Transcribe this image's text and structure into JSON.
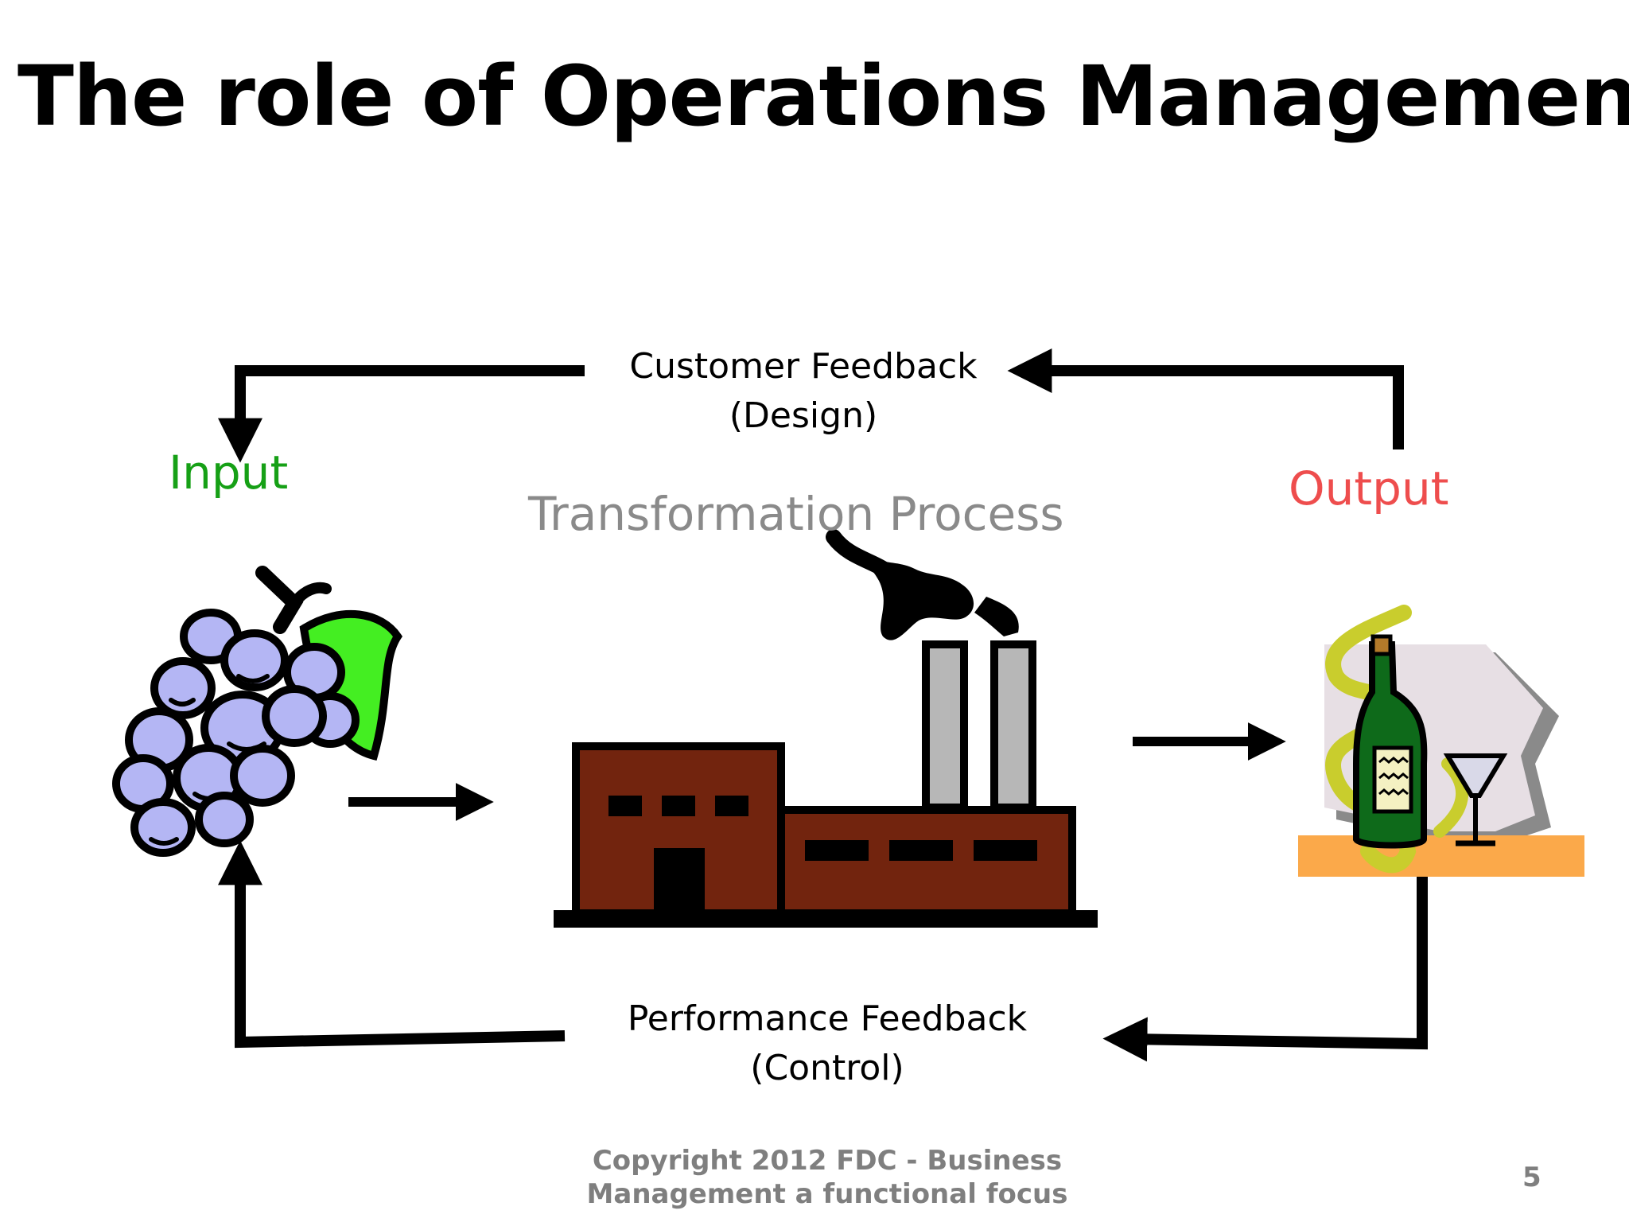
{
  "title": "The role of Operations Management",
  "customer_feedback": {
    "line1": "Customer Feedback",
    "line2": "(Design)"
  },
  "performance_feedback": {
    "line1": "Performance Feedback",
    "line2": "(Control)"
  },
  "labels": {
    "input": "Input",
    "output": "Output",
    "transformation": "Transformation Process"
  },
  "icons": {
    "input": "grapes-icon",
    "process": "factory-icon",
    "output": "wine-bottle-icon"
  },
  "colors": {
    "input": "#16a016",
    "output": "#ee4d4d",
    "transformation": "#8a8a8a",
    "factory": "#72240e",
    "grapes": "#b4b6f4",
    "leaf": "#44ee22",
    "table": "#fba94a"
  },
  "footer": {
    "copyright_line1": "Copyright 2012 FDC - Business",
    "copyright_line2": "Management a functional focus",
    "page_number": "5"
  }
}
